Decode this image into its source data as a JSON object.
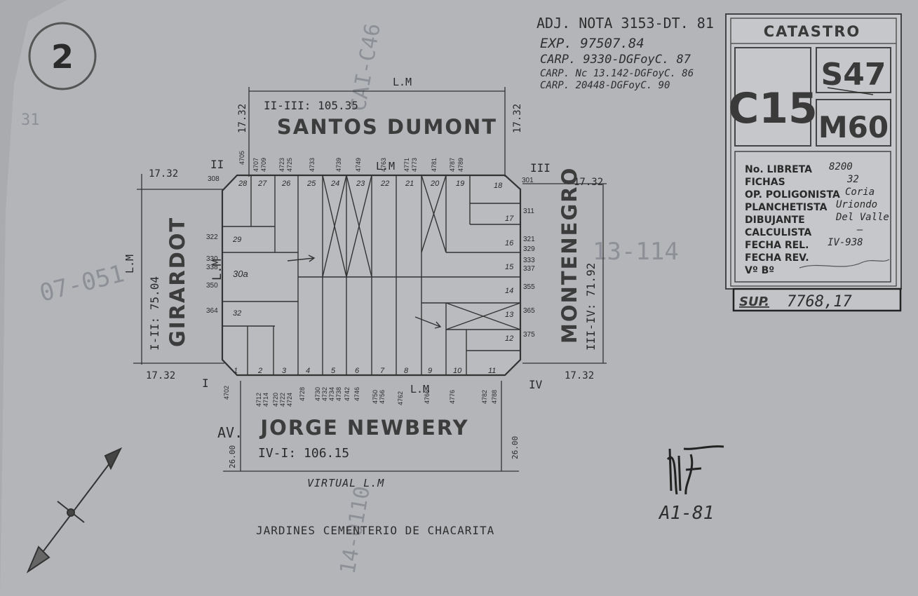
{
  "sheet_number": "2",
  "notes": {
    "line1": "ADJ. NOTA 3153-DT. 81",
    "line2": "EXP. 97507.84",
    "line3": "CARP. 9330-DGFoyC. 87",
    "line4": "CARP. Nc 13.142-DGFoyC. 86",
    "line5": "CARP. 20448-DGFoyC. 90"
  },
  "catastro": {
    "header": "CATASTRO",
    "circ": "C15",
    "seccion": "S47",
    "manzana": "M60",
    "libreta_label": "No. LIBRETA",
    "libreta_value": "8200",
    "fichas_label": "FICHAS",
    "fichas_value": "32",
    "poligonista_label": "OP. POLIGONISTA",
    "poligonista_value": "Coria",
    "planchetista_label": "PLANCHETISTA",
    "planchetista_value": "Uriondo",
    "dibujante_label": "DIBUJANTE",
    "dibujante_value": "Del Valle",
    "calculista_label": "CALCULISTA",
    "calculista_value": "—",
    "fecha_rel_label": "FECHA REL.",
    "fecha_rel_value": "IV-938",
    "fecha_rev_label": "FECHA REV.",
    "fecha_rev_value": "",
    "vb_label": "Vº Bº",
    "vb_value": "",
    "sup_label": "SUP.",
    "sup_value": "7768,17"
  },
  "streets": {
    "north": "SANTOS DUMONT",
    "south": "JORGE NEWBERY",
    "south_prefix": "AV.",
    "west": "GIRARDOT",
    "east": "MONTENEGRO",
    "bottom": "JARDINES CEMENTERIO DE CHACARITA"
  },
  "dimensions": {
    "north": "II-III: 105.35",
    "south": "IV-I: 106.15",
    "west": "I-II: 75.04",
    "east": "III-IV: 71.92",
    "ochava_ne": "17.32",
    "ochava_nw": "17.32",
    "ochava_sw": "17.32",
    "ochava_se": "17.32",
    "chamfer_n_left": "17.32",
    "chamfer_n_right": "17.32",
    "south_side_left": "26.00",
    "south_side_right": "26.00"
  },
  "line_labels": {
    "lm_top": "L.M",
    "lm_inner_top": "L.M",
    "lm_west": "L.M",
    "lm_west_inner": "L.M",
    "lm_south_inner": "L.M",
    "virtual": "VIRTUAL L.M"
  },
  "vertices": {
    "i": "I",
    "ii": "II",
    "iii": "III",
    "iv": "IV"
  },
  "annotations": {
    "left_faint": "07-051",
    "right_faint": "13-114",
    "top_faint": "CAI-C46",
    "bottom_faint": "14-0110",
    "signature": "A1-81",
    "left_margin": "31"
  },
  "lots_north": [
    "28",
    "27",
    "26",
    "25",
    "24",
    "23",
    "22",
    "21",
    "20",
    "19",
    "18"
  ],
  "lots_south": [
    "1",
    "2",
    "3",
    "4",
    "5",
    "6",
    "7",
    "8",
    "9",
    "10",
    "11"
  ],
  "lots_east": [
    "17",
    "16",
    "15",
    "14",
    "13",
    "12"
  ],
  "lots_west": [
    "29",
    "30a",
    "32"
  ],
  "house_numbers_north": [
    "4705",
    "4707",
    "4709",
    "4723",
    "4725",
    "4733",
    "4739",
    "4749",
    "4763",
    "4771",
    "4773",
    "4781",
    "4787",
    "4789"
  ],
  "house_numbers_south": [
    "4702",
    "4712",
    "4714",
    "4720",
    "4722",
    "4724",
    "4728",
    "4730",
    "4732",
    "4734",
    "4738",
    "4742",
    "4746",
    "4750",
    "4756",
    "4762",
    "4766",
    "4776",
    "4782",
    "4788"
  ],
  "house_numbers_east": [
    "301",
    "311",
    "321",
    "329",
    "333",
    "337",
    "355",
    "365",
    "375"
  ],
  "house_numbers_west": [
    "308",
    "322",
    "330",
    "338",
    "350",
    "364"
  ]
}
